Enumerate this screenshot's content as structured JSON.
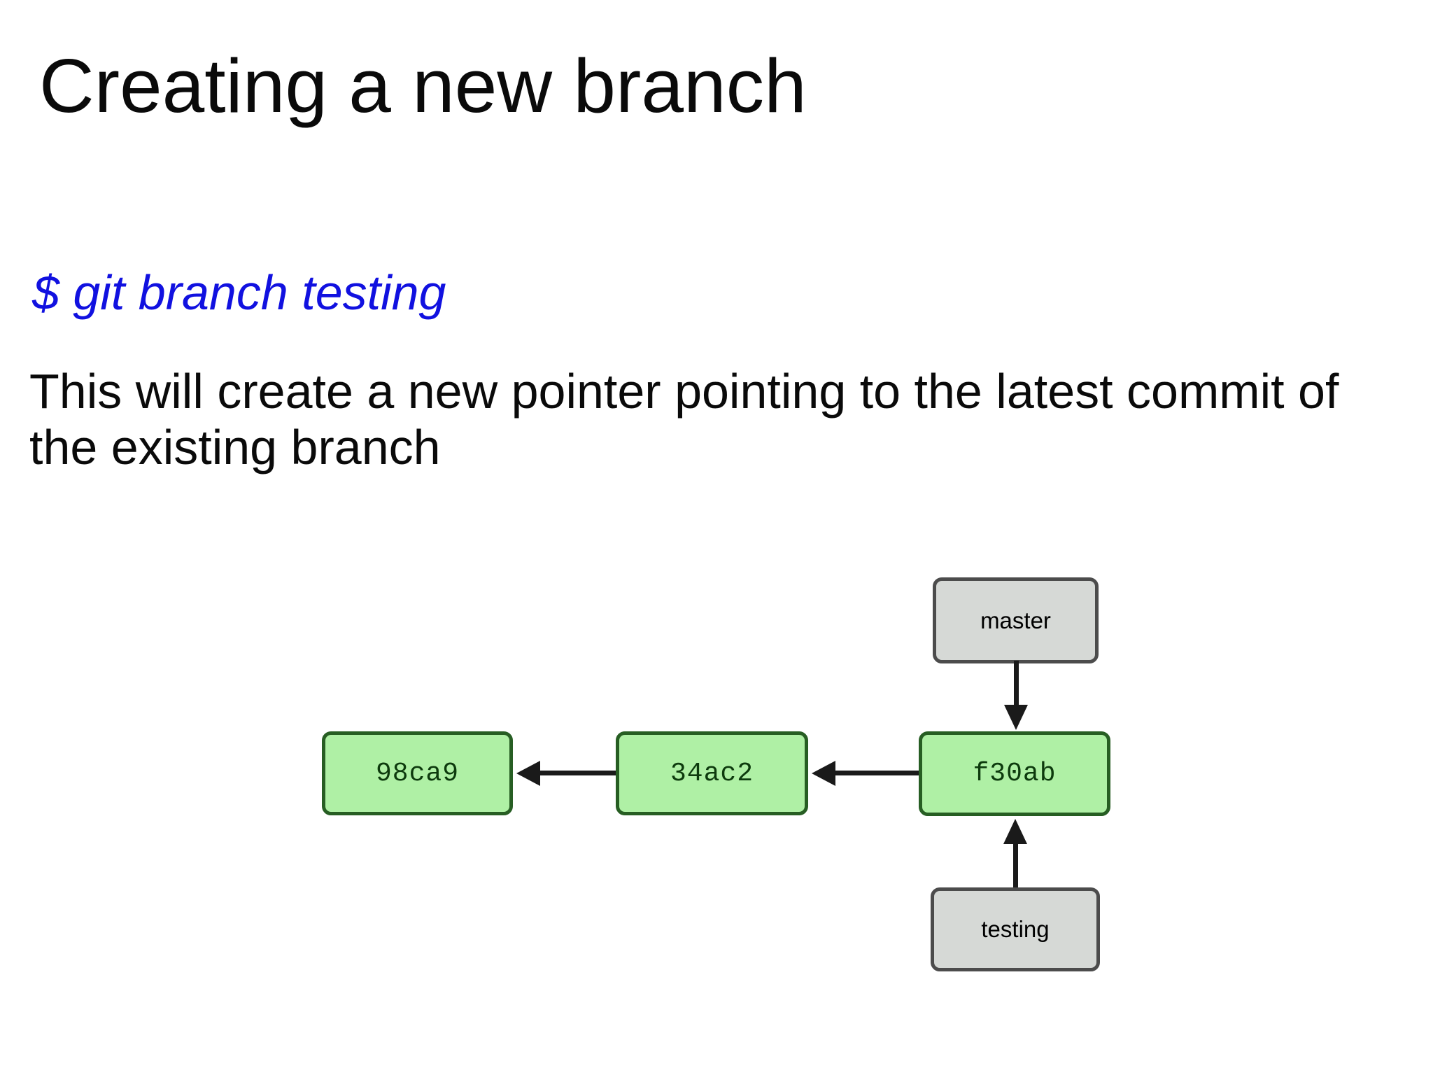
{
  "slide": {
    "title": "Creating a new branch",
    "command": "$ git branch testing",
    "body_lines": [
      "This will create a new pointer pointing to the latest commit of",
      "the existing branch"
    ]
  },
  "diagram": {
    "commits": [
      {
        "id": "98ca9"
      },
      {
        "id": "34ac2"
      },
      {
        "id": "f30ab"
      }
    ],
    "branches": [
      {
        "name": "master"
      },
      {
        "name": "testing"
      }
    ],
    "arrows": [
      {
        "from": "34ac2",
        "to": "98ca9",
        "direction": "left"
      },
      {
        "from": "f30ab",
        "to": "34ac2",
        "direction": "left"
      },
      {
        "from": "master",
        "to": "f30ab",
        "direction": "down"
      },
      {
        "from": "testing",
        "to": "f30ab",
        "direction": "up"
      }
    ]
  },
  "colors": {
    "command_text_blue": "#1111e0",
    "commit_fill_green": "#aff0a5",
    "commit_border_green": "#275e23",
    "commit_text_green": "#0d3a0d",
    "branch_fill_gray": "#d6d9d6",
    "branch_border_gray": "#4c4c4c",
    "arrow_black": "#1a1a1a",
    "background": "#ffffff",
    "text_black": "#0a0a0a"
  }
}
